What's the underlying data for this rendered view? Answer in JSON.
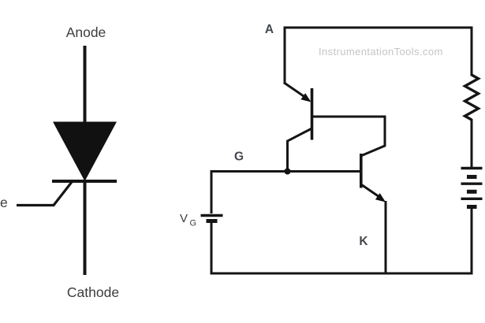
{
  "watermark_text": "InstrumentationTools.com",
  "colors": {
    "wire": "#151515",
    "symbol_fill": "#111111",
    "symbol_label": "#3d3d3d",
    "terminal_label": "#43474b",
    "watermark": "#c4c4c4",
    "background": "#ffffff"
  },
  "thyristor_symbol": {
    "anode_label": "Anode",
    "cathode_label": "Cathode",
    "gate_label_partial": "e"
  },
  "two_transistor_model": {
    "anode_terminal": "A",
    "gate_terminal": "G",
    "cathode_terminal": "K",
    "gate_source": {
      "symbol": "V",
      "subscript": "G"
    }
  }
}
